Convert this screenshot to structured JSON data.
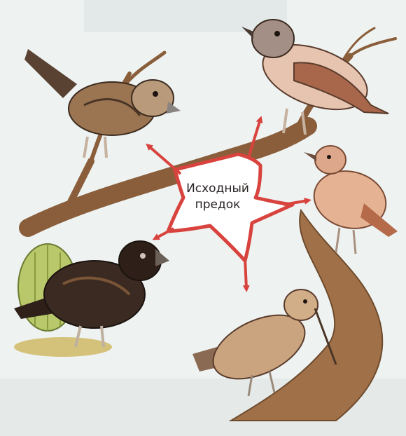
{
  "diagram": {
    "center_label_line1": "Исходный",
    "center_label_line2": "предок"
  },
  "colors": {
    "background": "#eef3f2",
    "arrow": "#d8433e",
    "branch": "#a07149",
    "bird_brown": "#9b6a45",
    "bird_dark": "#3a2a22",
    "bird_light": "#d9a688"
  },
  "icons": [
    "bird-grosbeak",
    "bird-thrush",
    "bird-warbler",
    "bird-ground-finch",
    "bird-woodpecker-finch",
    "cactus"
  ]
}
